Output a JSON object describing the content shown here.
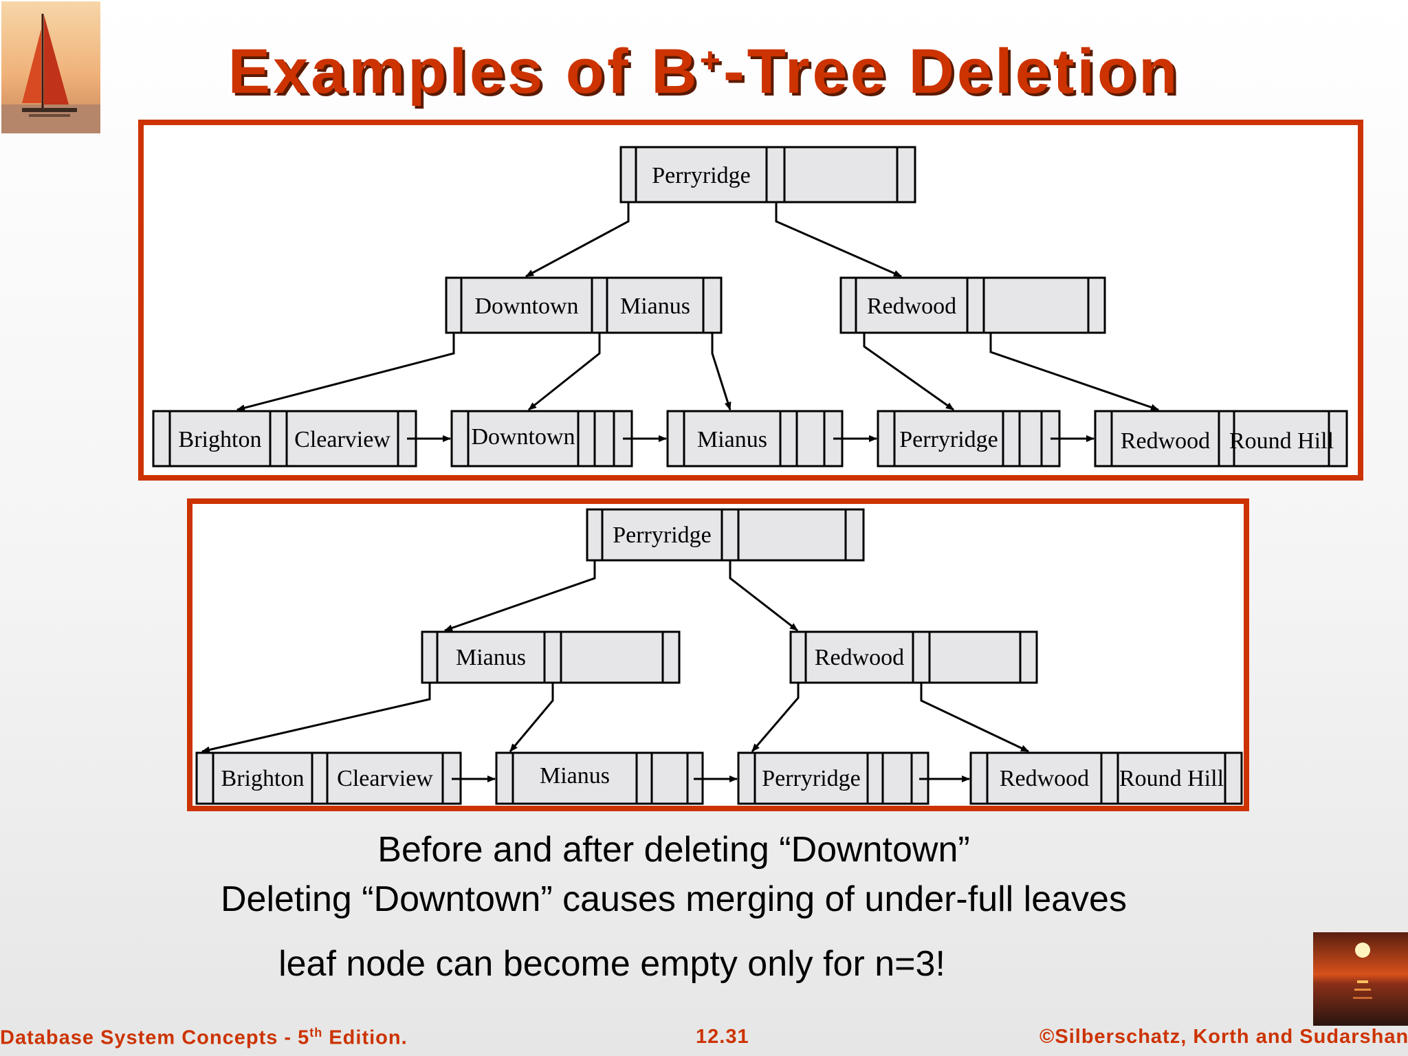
{
  "slide": {
    "title_main": "Examples of B",
    "title_sup": "+",
    "title_rest": "-Tree Deletion"
  },
  "captions": {
    "line1": "Before and after deleting “Downtown”",
    "line2": "Deleting “Downtown” causes merging of under-full leaves",
    "line3": "leaf node can become empty only for n=3!"
  },
  "footer": {
    "left_main": "Database System Concepts - 5",
    "left_sup": "th",
    "left_rest": " Edition.",
    "page_number": "12.31",
    "copyright": "©Silberschatz, Korth and Sudarshan"
  },
  "tree_before": {
    "root": [
      "Perryridge"
    ],
    "internal": [
      [
        "Downtown",
        "Mianus"
      ],
      [
        "Redwood"
      ]
    ],
    "leaves": [
      [
        "Brighton",
        "Clearview"
      ],
      [
        "Downtown"
      ],
      [
        "Mianus"
      ],
      [
        "Perryridge"
      ],
      [
        "Redwood",
        "Round Hill"
      ]
    ]
  },
  "tree_after": {
    "root": [
      "Perryridge"
    ],
    "internal": [
      [
        "Mianus"
      ],
      [
        "Redwood"
      ]
    ],
    "leaves": [
      [
        "Brighton",
        "Clearview"
      ],
      [
        "Mianus"
      ],
      [
        "Perryridge"
      ],
      [
        "Redwood",
        "Round Hill"
      ]
    ]
  },
  "colors": {
    "accent": "#cc3300",
    "node_fill": "#e6e6e9"
  }
}
